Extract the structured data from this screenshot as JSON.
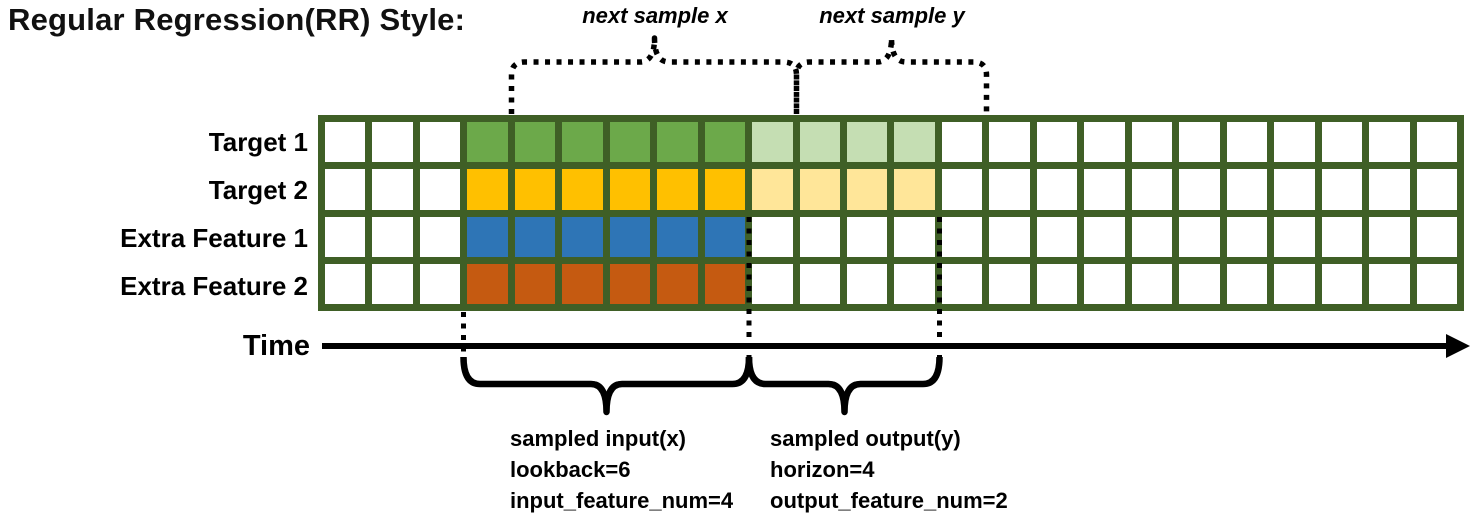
{
  "title": "Regular Regression(RR) Style:",
  "annotations": {
    "next_sample_x": "next sample x",
    "next_sample_y": "next sample y"
  },
  "axis": {
    "label": "Time"
  },
  "grid": {
    "total_columns": 24,
    "lead_empty_columns": 3,
    "lookback": 6,
    "horizon": 4,
    "rows": [
      {
        "label": "Target 1",
        "input_color": "#6CA94A",
        "output_color": "#C5DEB3"
      },
      {
        "label": "Target 2",
        "input_color": "#FFC000",
        "output_color": "#FFE699"
      },
      {
        "label": "Extra Feature 1",
        "input_color": "#2E75B6",
        "output_color": null
      },
      {
        "label": "Extra Feature 2",
        "input_color": "#C55A11",
        "output_color": null
      }
    ]
  },
  "legend_left": {
    "lines": [
      "sampled input(x)",
      "lookback=6",
      "input_feature_num=4"
    ]
  },
  "legend_right": {
    "lines": [
      "sampled output(y)",
      "horizon=4",
      "output_feature_num=2"
    ]
  },
  "colors": {
    "grid_border": "#3F5F26",
    "white_cell": "#FFFFFF",
    "ink": "#000000"
  }
}
